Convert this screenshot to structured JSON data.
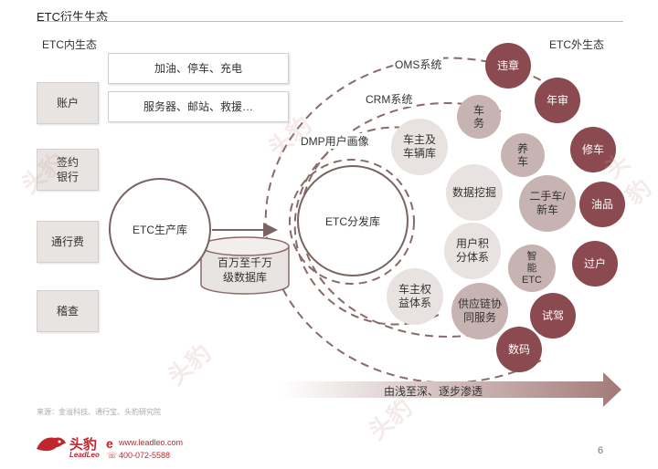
{
  "title": "ETC衍生生态",
  "inner_eco_label": "ETC内生态",
  "outer_eco_label": "ETC外生态",
  "left_items": [
    "账户",
    "签约\n银行",
    "通行费",
    "稽查"
  ],
  "top_boxes": [
    "加油、停车、充电",
    "服务器、邮站、救援…"
  ],
  "production": "ETC生产库",
  "database": "百万至千万\n级数据库",
  "distribution": "ETC分发库",
  "ring_labels": {
    "oms": "OMS系统",
    "crm": "CRM系统",
    "dmp": "DMP用户画像"
  },
  "inner_circles": [
    "车主及\n车辆库",
    "数据挖掘",
    "用户积\n分体系",
    "车主权\n益体系",
    "供应链协\n同服务"
  ],
  "mid_circles": [
    "车\n务",
    "养\n车",
    "二手车/\n新车",
    "智\n能\nETC"
  ],
  "outer_circles": [
    "违章",
    "年审",
    "修车",
    "油品",
    "过户",
    "试驾",
    "数码"
  ],
  "arrow_text": "由浅至深、逐步渗透",
  "source": "来源：金溢科技、通行宝、头豹研究院",
  "logo": {
    "name": "头豹",
    "sub": "LeadLeo",
    "url": "www.leadleo.com",
    "phone": "400-072-5588"
  },
  "watermark": "头豹",
  "page_number": "6",
  "colors": {
    "dark": "#8a4a4f",
    "mid": "#c7b4b2",
    "light": "#e8e3e1",
    "line": "#7a6360",
    "brand": "#c0262d"
  }
}
